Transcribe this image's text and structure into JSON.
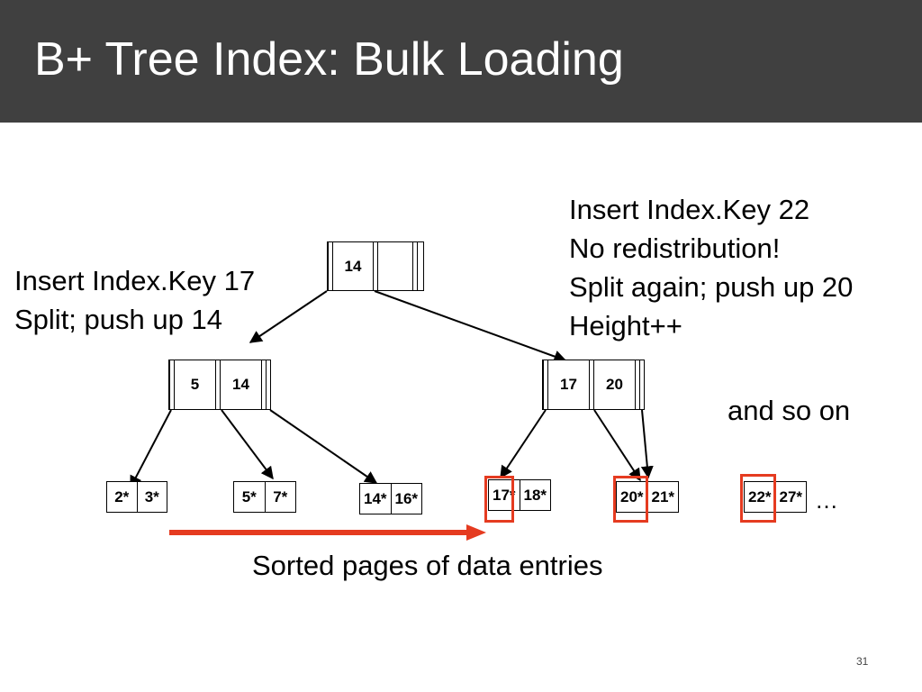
{
  "slide": {
    "title": "B+ Tree Index: Bulk Loading",
    "page_number": "31"
  },
  "notes": {
    "left": [
      "Insert Index.Key 17",
      "Split; push up 14"
    ],
    "right": [
      "Insert Index.Key 22",
      "No redistribution!",
      "Split again; push up 20",
      "Height++"
    ],
    "and_so_on": "and so on",
    "caption": "Sorted pages of data entries",
    "ellipsis": "…"
  },
  "tree": {
    "root": [
      "14",
      "",
      ""
    ],
    "internal_left": [
      "5",
      "14"
    ],
    "internal_right": [
      "17",
      "20"
    ],
    "leaves": [
      [
        "2*",
        "3*"
      ],
      [
        "5*",
        "7*"
      ],
      [
        "14*",
        "16*"
      ],
      [
        "17*",
        "18*"
      ],
      [
        "20*",
        "21*"
      ],
      [
        "22*",
        "27*"
      ]
    ]
  },
  "colors": {
    "header_bg": "#404040",
    "highlight": "#e53b20"
  }
}
